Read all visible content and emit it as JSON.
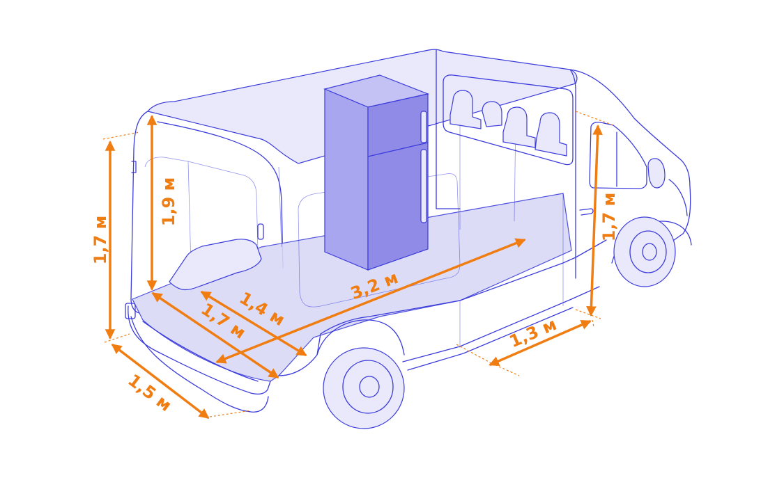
{
  "colors": {
    "accent": "#f07d12",
    "van_stroke": "#3b3bdc",
    "van_fill": "#e9e9fb",
    "floor_fill": "#d9d9f7",
    "fridge_front": "#a9a6f0",
    "fridge_side": "#8f8be6",
    "fridge_top": "#c4c1f5"
  },
  "dimensions": {
    "outer_height": "1,7 м",
    "door_opening_height": "1,9 м",
    "cargo_length": "3,2 м",
    "inner_width": "1,4 м",
    "cargo_width": "1,7 м",
    "rear_door_width": "1,5 м",
    "side_door_width": "1,3 м",
    "side_door_height": "1,7 м"
  },
  "icons": {
    "object_in_cargo": "refrigerator-icon",
    "vehicle": "cargo-van-icon",
    "seats": "passenger-seat-icon"
  }
}
